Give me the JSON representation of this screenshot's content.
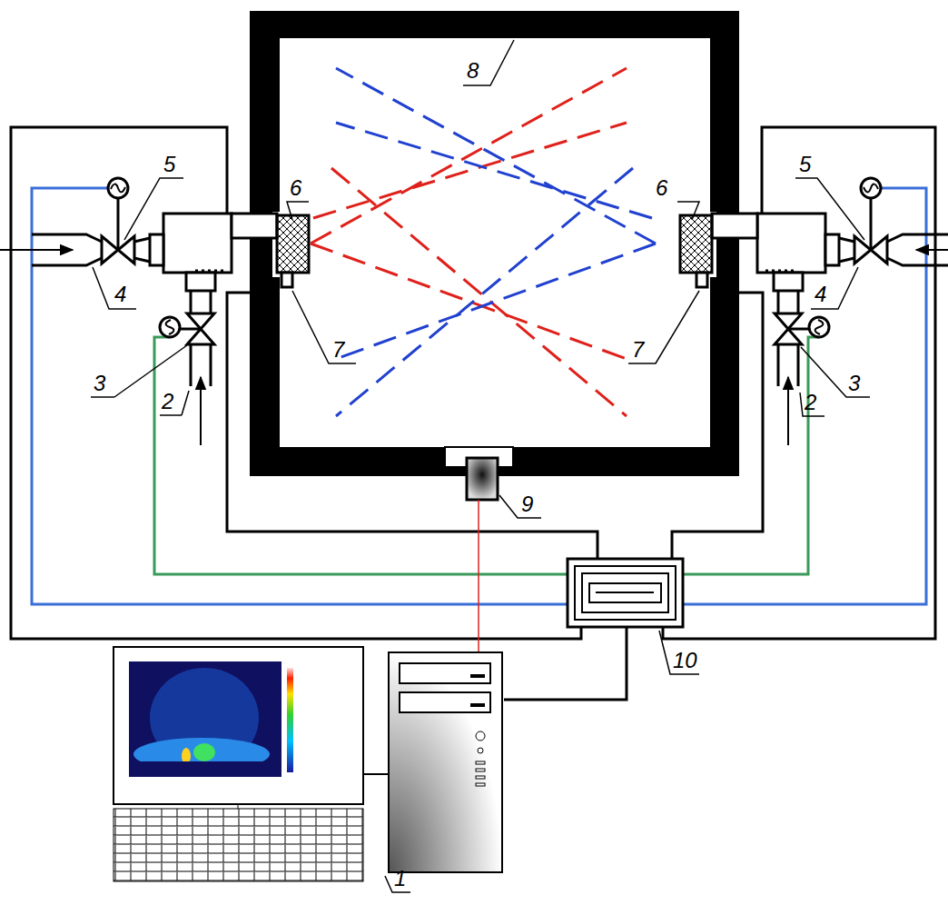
{
  "diagram": {
    "labels": [
      "8",
      "5",
      "5",
      "6",
      "6",
      "4",
      "4",
      "7",
      "7",
      "3",
      "3",
      "2",
      "2",
      "9",
      "10",
      "1"
    ]
  }
}
